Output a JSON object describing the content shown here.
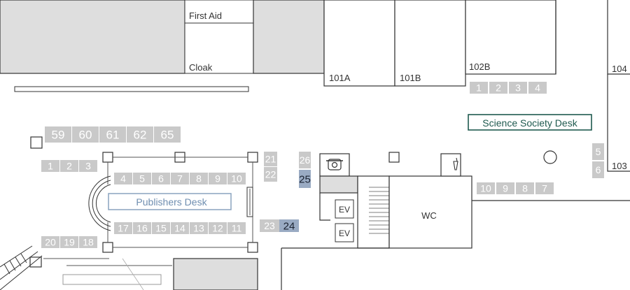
{
  "colors": {
    "booth": "#c9c9c9",
    "booth_text": "#ffffff",
    "booth_highlight": "#9aabc3",
    "booth_highlight_text": "#1a2230",
    "room_fill": "#dedede",
    "publishers_border": "#8aa3bf",
    "publishers_text": "#6f8eb0",
    "science_border": "#1f5a4f",
    "science_text": "#1f5a4f"
  },
  "rooms": {
    "first_aid": "First Aid",
    "cloak": "Cloak",
    "r101a": "101A",
    "r101b": "101B",
    "r102b": "102B",
    "r103": "103",
    "r104": "104",
    "wc": "WC",
    "ev1": "EV",
    "ev2": "EV"
  },
  "desks": {
    "publishers": "Publishers Desk",
    "science": "Science Society Desk"
  },
  "booths": {
    "top_row": [
      "59",
      "60",
      "61",
      "62",
      "65"
    ],
    "left_row": [
      "1",
      "2",
      "3"
    ],
    "upper_row": [
      "4",
      "5",
      "6",
      "7",
      "8",
      "9",
      "10"
    ],
    "lower_row": [
      "17",
      "16",
      "15",
      "14",
      "13",
      "12",
      "11"
    ],
    "bottom_left": [
      "20",
      "19",
      "18"
    ],
    "col_21_22": [
      "21",
      "22"
    ],
    "col_26": "26",
    "highlight_25": "25",
    "b23": "23",
    "highlight_24": "24",
    "right_top": [
      "1",
      "2",
      "3",
      "4"
    ],
    "right_bottom": [
      "10",
      "9",
      "8",
      "7"
    ],
    "right_side": [
      "5",
      "6"
    ]
  },
  "icons": {
    "telephone": "telephone-icon",
    "drink": "drink-icon",
    "pillar": "pillar-icon"
  }
}
